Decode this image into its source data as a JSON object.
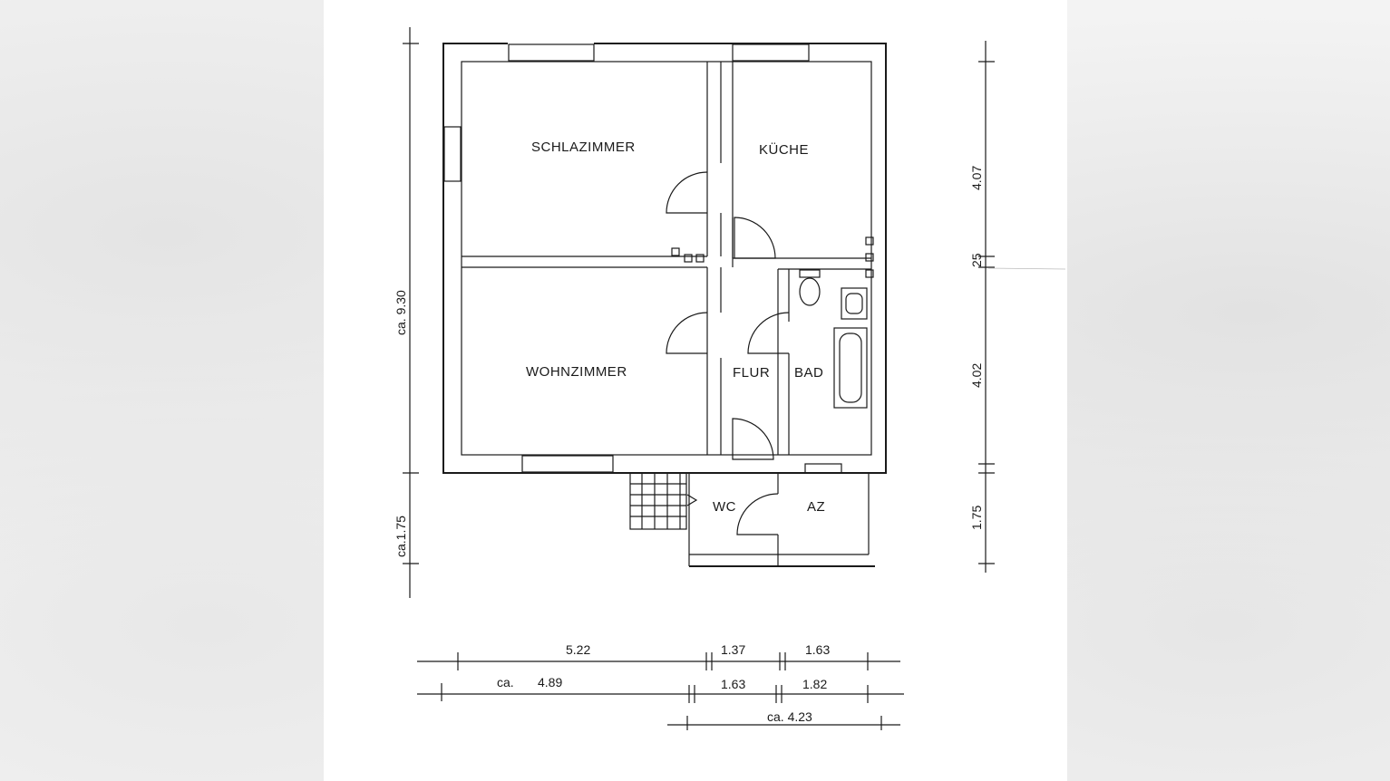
{
  "rooms": {
    "schlafzimmer": "SCHLAZIMMER",
    "kueche": "KÜCHE",
    "wohnzimmer": "WOHNZIMMER",
    "flur": "FLUR",
    "bad": "BAD",
    "wc": "WC",
    "az": "AZ"
  },
  "dimensions": {
    "left_total": "ca. 9.30",
    "left_lower": "ca.1.75",
    "right_upper": "4.07",
    "right_mid": "25",
    "right_lower": "4.02",
    "right_bottom": "1.75",
    "row1_a": "5.22",
    "row1_b": "1.37",
    "row1_c": "1.63",
    "row2_prefix": "ca.",
    "row2_a": "4.89",
    "row2_b": "1.63",
    "row2_c": "1.82",
    "row3": "ca. 4.23"
  }
}
